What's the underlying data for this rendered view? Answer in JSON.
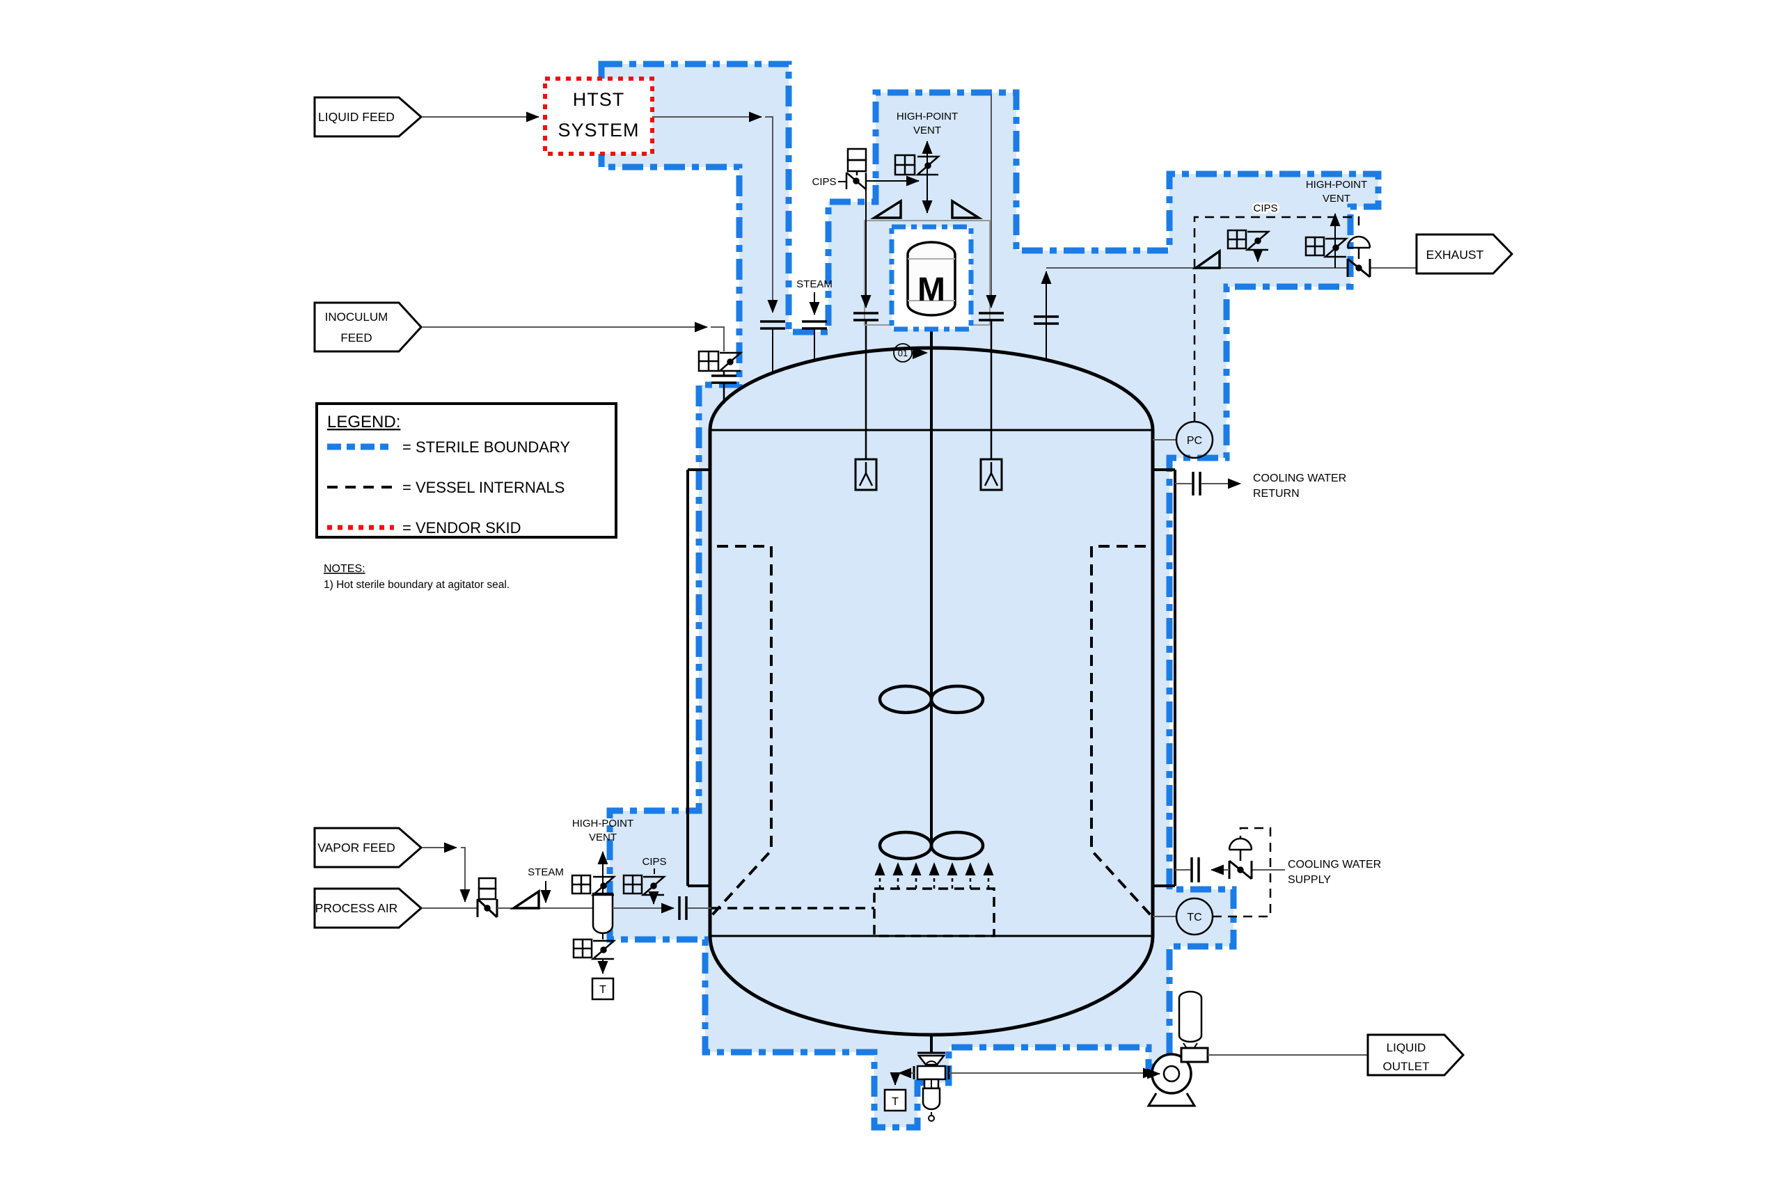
{
  "colors": {
    "sterile_boundary": "#1b7ce6",
    "sterile_fill": "#d5e7f8",
    "vendor_skid": "#ee1111",
    "line": "#000000",
    "pipe": "#555555",
    "housing_gray": "#999999"
  },
  "flags": {
    "liquid_feed": "LIQUID FEED",
    "inoculum_feed": [
      "INOCULUM",
      "FEED"
    ],
    "vapor_feed": "VAPOR FEED",
    "process_air": "PROCESS AIR",
    "exhaust": "EXHAUST",
    "liquid_outlet": [
      "LIQUID",
      "OUTLET"
    ]
  },
  "vendor_skid": {
    "title": [
      "HTST",
      "SYSTEM"
    ]
  },
  "legend": {
    "title": "LEGEND:",
    "sterile": "= STERILE BOUNDARY",
    "internals": "= VESSEL INTERNALS",
    "vendor": "= VENDOR SKID"
  },
  "notes": {
    "title": "NOTES:",
    "note1": "1) Hot sterile boundary at agitator seal."
  },
  "labels": {
    "high_point_vent": [
      "HIGH-POINT",
      "VENT"
    ],
    "cips": "CIPS",
    "steam": "STEAM",
    "cooling_water_return": [
      "COOLING WATER",
      "RETURN"
    ],
    "cooling_water_supply": [
      "COOLING WATER",
      "SUPPLY"
    ]
  },
  "instruments": {
    "pressure_controller": "PC",
    "temperature_controller": "TC",
    "agitator_motor": "M",
    "note_tag": "01",
    "steam_trap": "T"
  }
}
